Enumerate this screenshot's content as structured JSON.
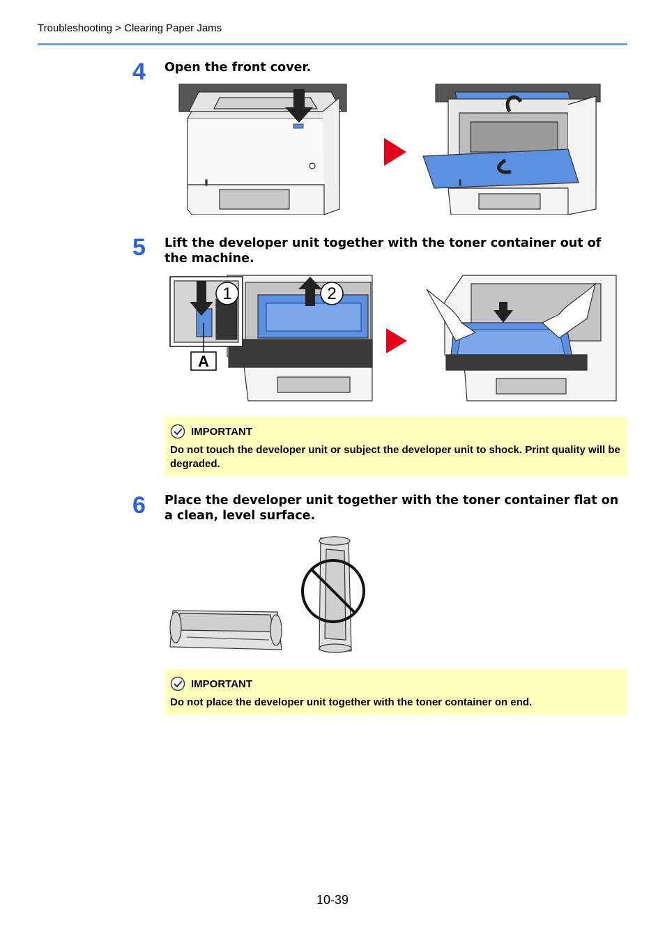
{
  "header": {
    "breadcrumb": "Troubleshooting > Clearing Paper Jams"
  },
  "steps": [
    {
      "number": "4",
      "title": "Open the front cover."
    },
    {
      "number": "5",
      "title": "Lift the developer unit together with the toner container out of the machine.",
      "callouts": [
        "1",
        "2",
        "A"
      ]
    },
    {
      "number": "6",
      "title": "Place the developer unit together with the toner container flat on a clean, level surface."
    }
  ],
  "notes": [
    {
      "label": "IMPORTANT",
      "text": "Do not touch the developer unit or subject the developer unit to shock. Print quality will be degraded."
    },
    {
      "label": "IMPORTANT",
      "text": "Do not place the developer unit together with the toner container on end."
    }
  ],
  "footer": {
    "page_number": "10-39"
  },
  "colors": {
    "accent": "#2a62d9",
    "rule": "#6f9fd8",
    "note_bg": "#ffffbe",
    "arrow": "#e3001b",
    "part": "#5b8fe0"
  },
  "icons": [
    "check-circle-icon",
    "next-arrow-icon",
    "prohibited-icon"
  ]
}
